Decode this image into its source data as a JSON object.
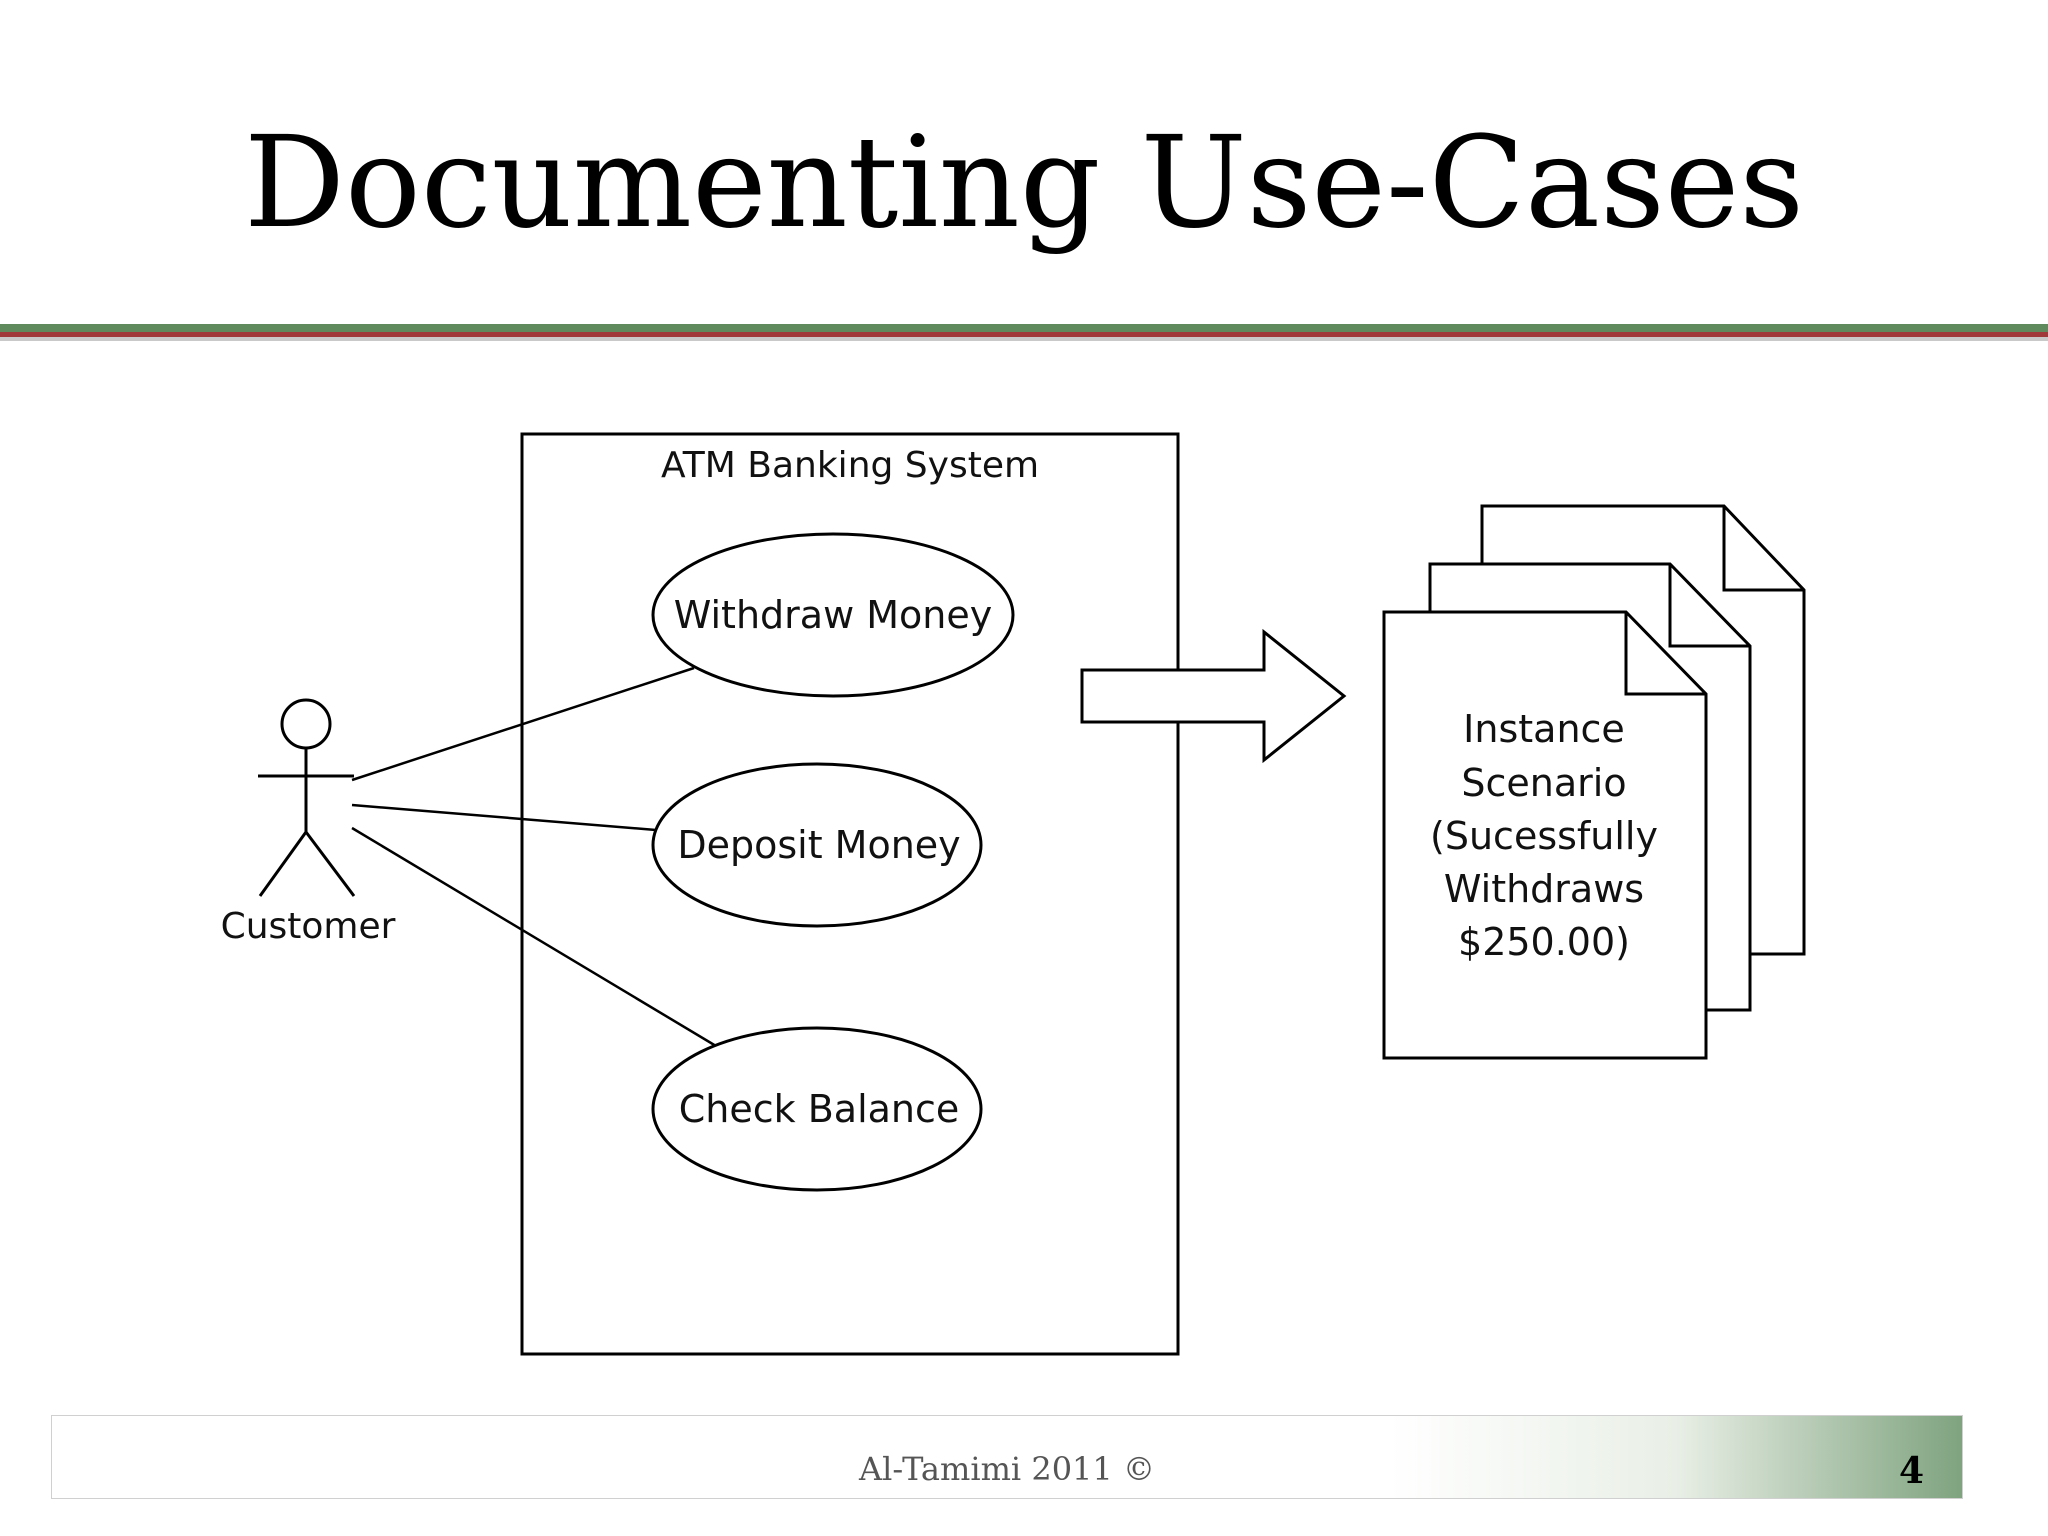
{
  "slide": {
    "title": "Documenting Use-Cases",
    "footer": "Al-Tamimi 2011 ©",
    "page_number": "4"
  },
  "diagram": {
    "system_boundary_label": "ATM Banking System",
    "actor": "Customer",
    "use_cases": [
      "Withdraw Money",
      "Deposit Money",
      "Check Balance"
    ],
    "scenario_lines": [
      "Instance",
      "Scenario",
      "(Sucessfully",
      "Withdraws",
      "$250.00)"
    ]
  },
  "colors": {
    "accent_green": "#5e8a5e",
    "accent_red": "#a03a3a"
  }
}
